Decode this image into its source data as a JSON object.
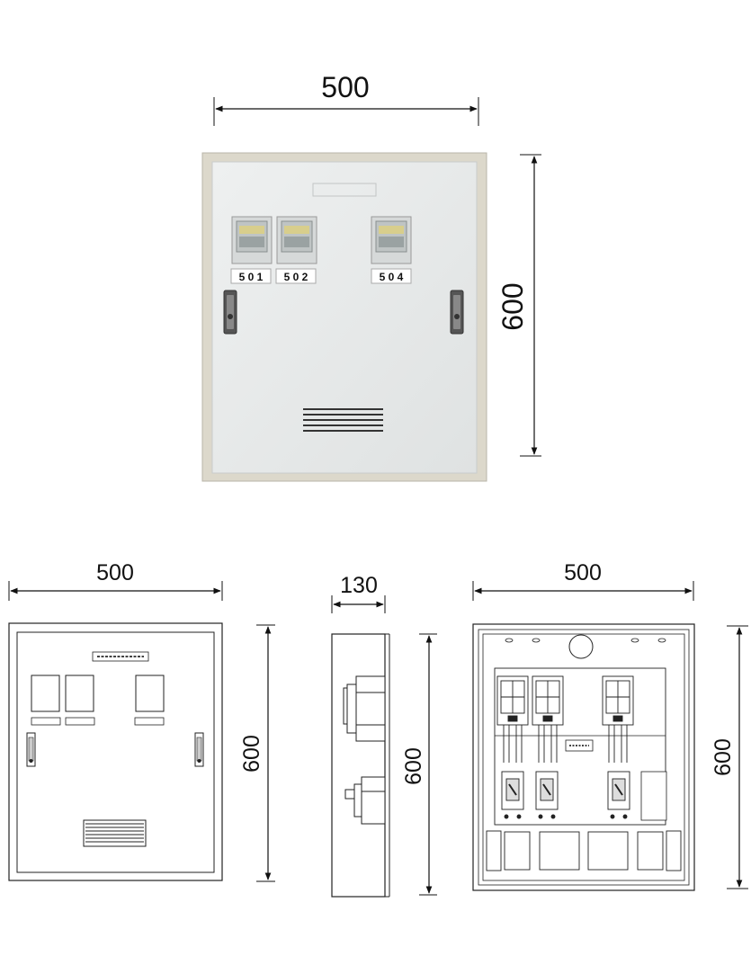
{
  "photo_view": {
    "width_label": "500",
    "height_label": "600",
    "meter_labels": [
      "5 0 1",
      "5 0 2",
      "5 0 4"
    ]
  },
  "front_view": {
    "width_label": "500",
    "height_label": "600"
  },
  "side_view": {
    "depth_label": "130",
    "height_label": "600"
  },
  "interior_view": {
    "width_label": "500",
    "height_label": "600"
  },
  "colors": {
    "cabinet_frame": "#ddd9cc",
    "cabinet_door": "#e6e8e8",
    "line": "#222222"
  }
}
